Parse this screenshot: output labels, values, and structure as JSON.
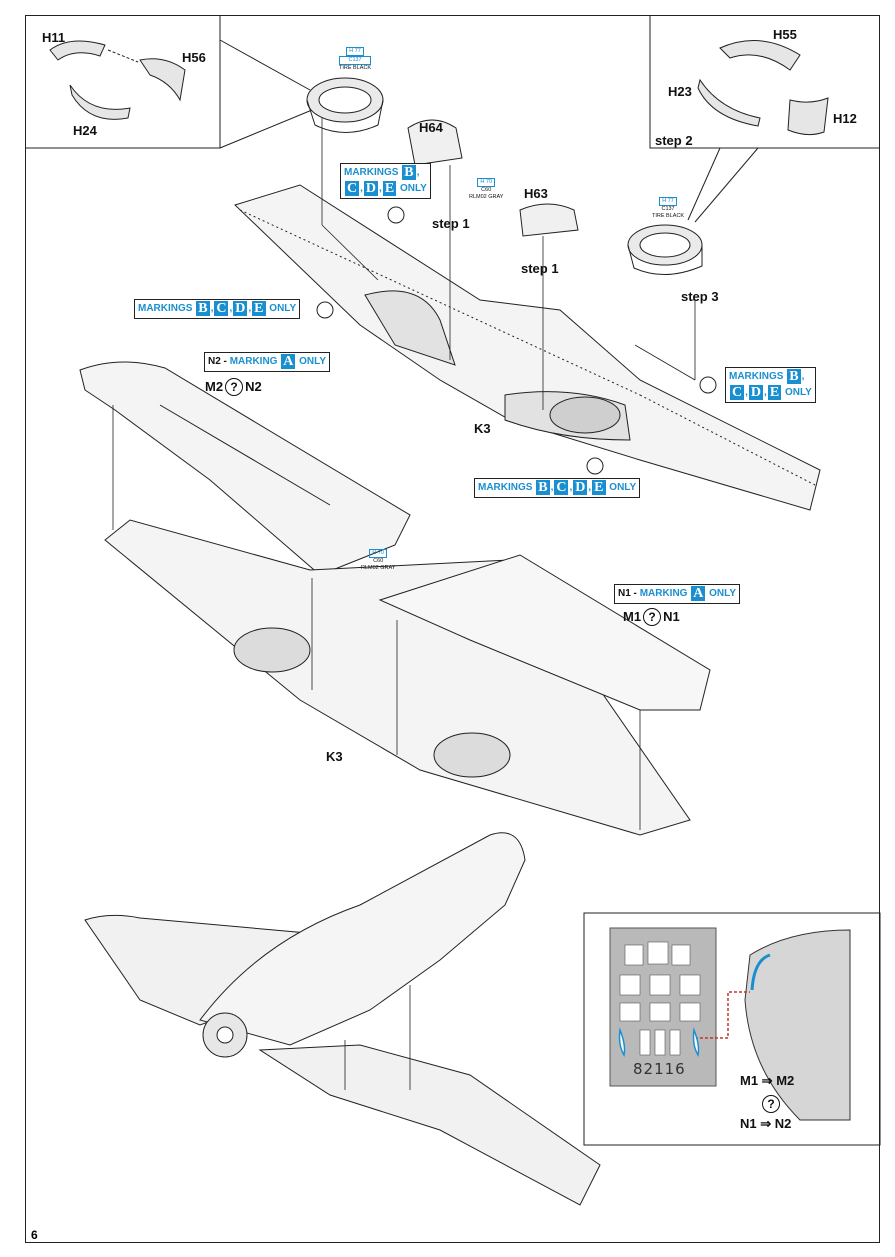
{
  "page_number": "6",
  "inset_top_left": {
    "parts": [
      "H11",
      "H56",
      "H24"
    ]
  },
  "inset_top_right": {
    "parts": [
      "H55",
      "H23",
      "H12"
    ],
    "step": "step 2"
  },
  "paints": {
    "tire_left": {
      "code1": "H 77",
      "code2": "C137",
      "name": "TIRE BLACK"
    },
    "gray_h64": {
      "code1": "H 70",
      "code2": "C60",
      "name": "RLM02 GRAY"
    },
    "tire_right": {
      "code1": "H 77",
      "code2": "C137",
      "name": "TIRE BLACK"
    },
    "gray_wing": {
      "code1": "H 70",
      "code2": "C60",
      "name": "RLM02 GRAY"
    }
  },
  "parts": {
    "h64": "H64",
    "h63": "H63",
    "k3_top": "K3",
    "k3_bottom": "K3"
  },
  "steps": {
    "step1_left": "step 1",
    "step1_right": "step 1",
    "step3": "step 3"
  },
  "markings": {
    "prefix": "MARKINGS",
    "only": "ONLY",
    "letters_bcde": [
      "B",
      "C",
      "D",
      "E"
    ],
    "n2_prefix": "N2 -",
    "n1_prefix": "N1 -",
    "marking_word": "MARKING",
    "letter_a": "A"
  },
  "options": {
    "m2_n2": {
      "left": "M2",
      "right": "N2"
    },
    "m1_n1": {
      "left": "M1",
      "right": "N1"
    },
    "inset_m": {
      "left": "M1",
      "right": "M2"
    },
    "inset_n": {
      "left": "N1",
      "right": "N2"
    },
    "q": "?"
  },
  "etch_sheet_number": "82116",
  "colors": {
    "accent": "#1a8fd0",
    "line": "#222222",
    "etch_fill": "#b9b9b9",
    "panel_fill": "#d6d6d6",
    "dashed_red": "#c0392b"
  }
}
